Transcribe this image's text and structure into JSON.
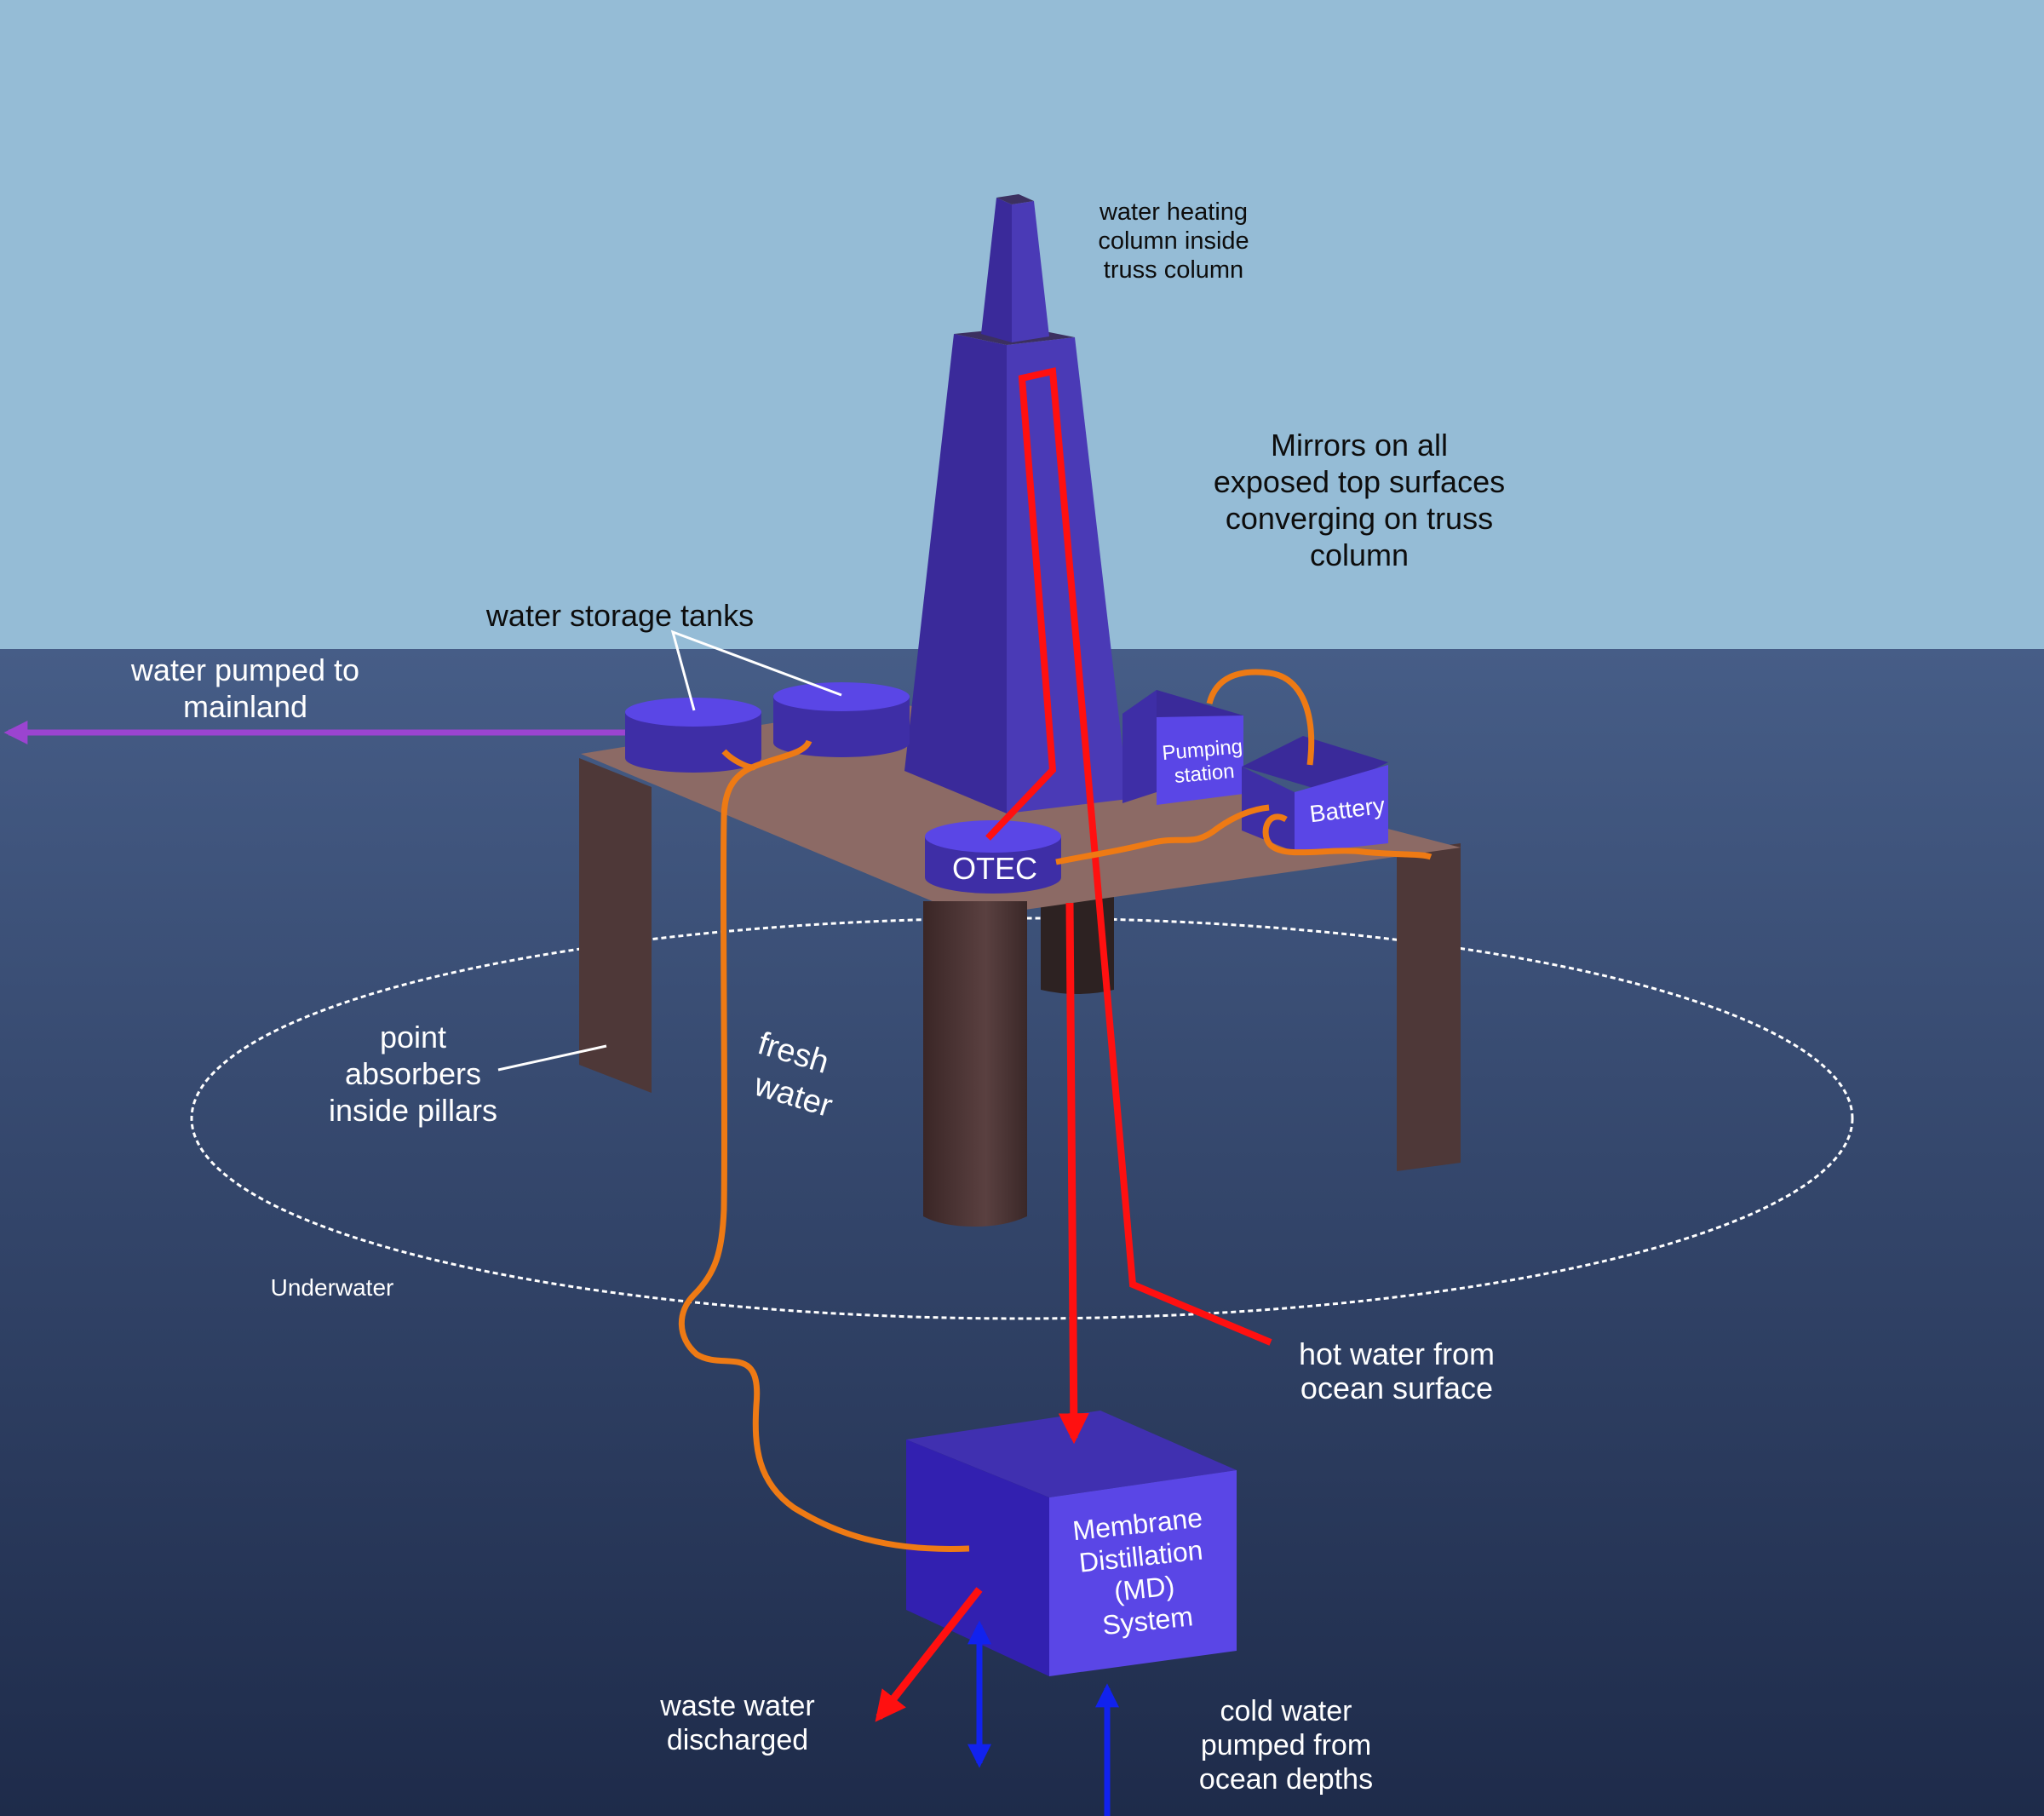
{
  "colors": {
    "sky": "#95bcd6",
    "sea_top": "#465d87",
    "sea_bottom": "#1e2b4a",
    "deck": "#8c6a65",
    "pillar": "#4e3838",
    "structure": "#3e2ea6",
    "structure_light": "#5a46e6",
    "hot_water": "#ff1010",
    "fresh_water": "#ee7a14",
    "cold_water": "#1122ee",
    "export": "#9b44d0",
    "text_dark": "#0d0d0d",
    "text_light": "#ffffff"
  },
  "labels": {
    "heating_column": [
      "water heating",
      "column inside",
      "truss column"
    ],
    "mirrors": [
      "Mirrors on all",
      "exposed top surfaces",
      "converging on truss",
      "column"
    ],
    "storage_tanks": "water storage tanks",
    "pumped_mainland": [
      "water pumped to",
      "mainland"
    ],
    "pumping_station": [
      "Pumping",
      "station"
    ],
    "battery": "Battery",
    "otec": "OTEC",
    "point_absorbers": [
      "point",
      "absorbers",
      "inside pillars"
    ],
    "fresh_water": [
      "fresh",
      "water"
    ],
    "underwater": "Underwater",
    "hot_water": [
      "hot water from",
      "ocean surface"
    ],
    "md_system": [
      "Membrane",
      "Distillation",
      "(MD)",
      "System"
    ],
    "waste_water": [
      "waste water",
      "discharged"
    ],
    "cold_water": [
      "cold water",
      "pumped from",
      "ocean depths"
    ]
  }
}
